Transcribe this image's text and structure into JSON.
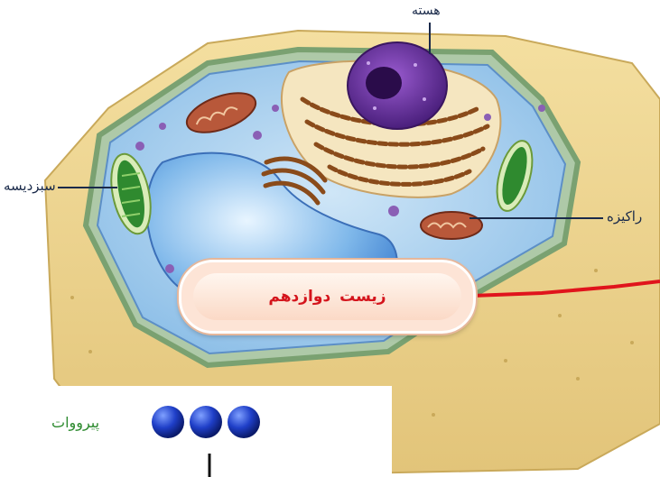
{
  "diagram": {
    "labels": {
      "nucleus": "هسته",
      "chloroplast": "سبزدیسه",
      "mitochondrion": "راکیزه"
    },
    "title": "زیست دوازدهم",
    "pyruvate": {
      "label": "پیرووات",
      "molecule_count": 3
    }
  }
}
